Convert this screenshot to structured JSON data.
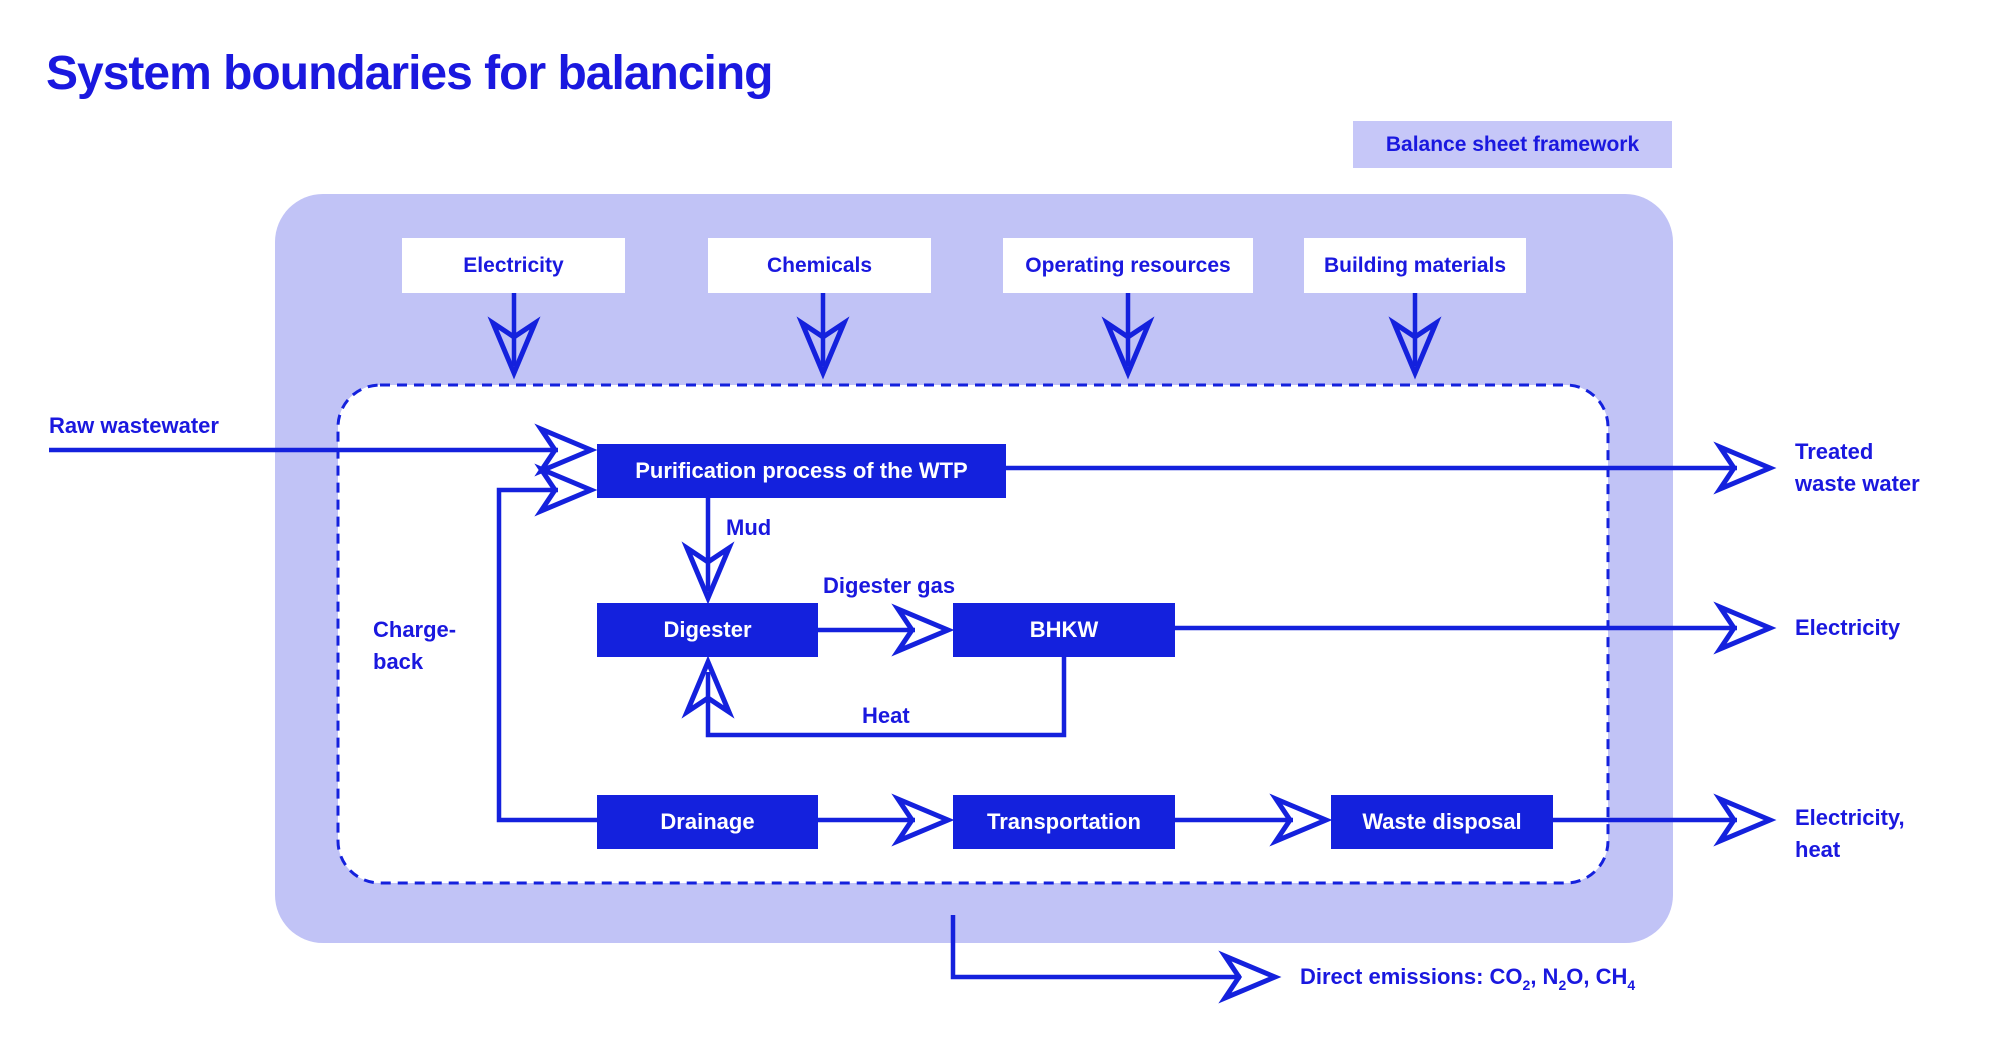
{
  "title": "System boundaries for balancing",
  "chip": {
    "label": "Balance sheet framework"
  },
  "colors": {
    "primary_blue": "#1a18df",
    "process_box_blue": "#1421dd",
    "container_lavender": "#c1c3f6",
    "chip_lavender": "#c6c7f8",
    "box_text_white": "#ffffff"
  },
  "inputs": [
    {
      "label": "Electricity"
    },
    {
      "label": "Chemicals"
    },
    {
      "label": "Operating resources"
    },
    {
      "label": "Building materials"
    }
  ],
  "processes": {
    "purification": "Purification process of the WTP",
    "digester": "Digester",
    "bhkw": "BHKW",
    "drainage": "Drainage",
    "transportation": "Transportation",
    "waste_disposal": "Waste disposal"
  },
  "flow_labels": {
    "raw_wastewater": "Raw wastewater",
    "mud": "Mud",
    "digester_gas": "Digester gas",
    "heat": "Heat",
    "chargeback_line1": "Charge-",
    "chargeback_line2": "back"
  },
  "outputs": {
    "treated_line1": "Treated",
    "treated_line2": "waste water",
    "electricity": "Electricity",
    "electricity_heat_line1": "Electricity,",
    "electricity_heat_line2": "heat"
  },
  "direct_emissions": {
    "p1": "Direct emissions: CO",
    "s1": "2",
    "p2": ", N",
    "s2": "2",
    "p3": "O, CH",
    "s3": "4"
  }
}
